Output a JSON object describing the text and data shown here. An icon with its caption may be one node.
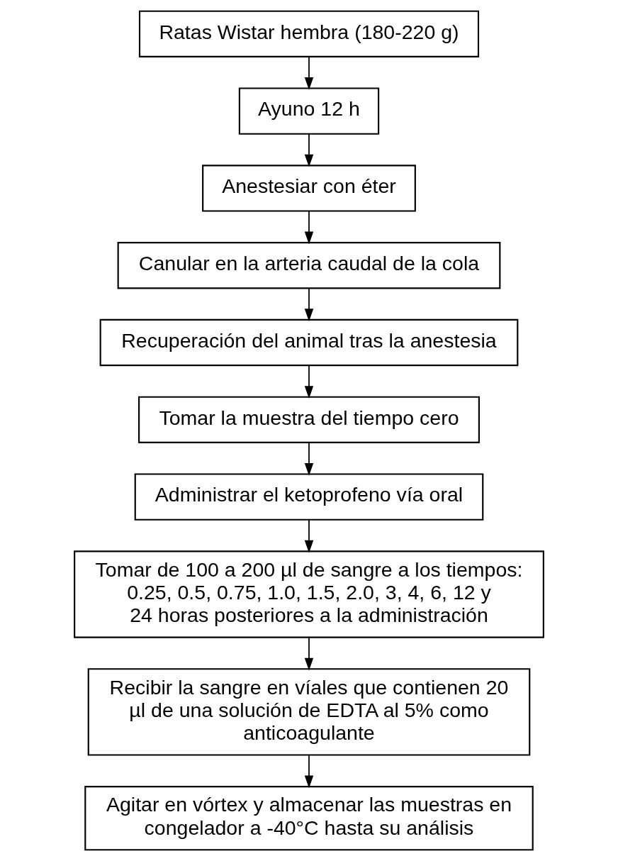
{
  "diagram": {
    "nodes": [
      {
        "text": [
          "Ratas Wistar hembra (180-220 g)"
        ]
      },
      {
        "text": [
          "Ayuno 12 h"
        ]
      },
      {
        "text": [
          "Anestesiar con éter"
        ]
      },
      {
        "text": [
          "Canular en la arteria caudal de la cola"
        ]
      },
      {
        "text": [
          "Recuperación del animal tras la anestesia"
        ]
      },
      {
        "text": [
          "Tomar la muestra del tiempo cero"
        ]
      },
      {
        "text": [
          "Administrar el ketoprofeno vía oral"
        ]
      },
      {
        "text": [
          "Tomar de 100 a 200 µl de sangre a los tiempos: 0.25, 0.5, 0.75, 1.0, 1.5, 2.0, 3, 4, 6, 12 y 24 horas posteriores a la administración"
        ]
      },
      {
        "text": [
          "Recibir la sangre en víales que contienen 20 µl de una solución de EDTA al 5% como anticoagulante"
        ]
      },
      {
        "text": [
          "Agitar en vórtex y almacenar las muestras en congelador a -40°C hasta su análisis"
        ]
      }
    ],
    "edges": [
      {
        "from": 0,
        "to": 1,
        "arrow": "to"
      },
      {
        "from": 1,
        "to": 2,
        "arrow": "to"
      },
      {
        "from": 2,
        "to": 3,
        "arrow": "to"
      },
      {
        "from": 3,
        "to": 4,
        "arrow": "to"
      },
      {
        "from": 4,
        "to": 5,
        "arrow": "to"
      },
      {
        "from": 5,
        "to": 6,
        "arrow": "to"
      },
      {
        "from": 6,
        "to": 7,
        "arrow": "to"
      },
      {
        "from": 7,
        "to": 8,
        "arrow": "to"
      },
      {
        "from": 8,
        "to": 9,
        "arrow": "to"
      }
    ]
  }
}
